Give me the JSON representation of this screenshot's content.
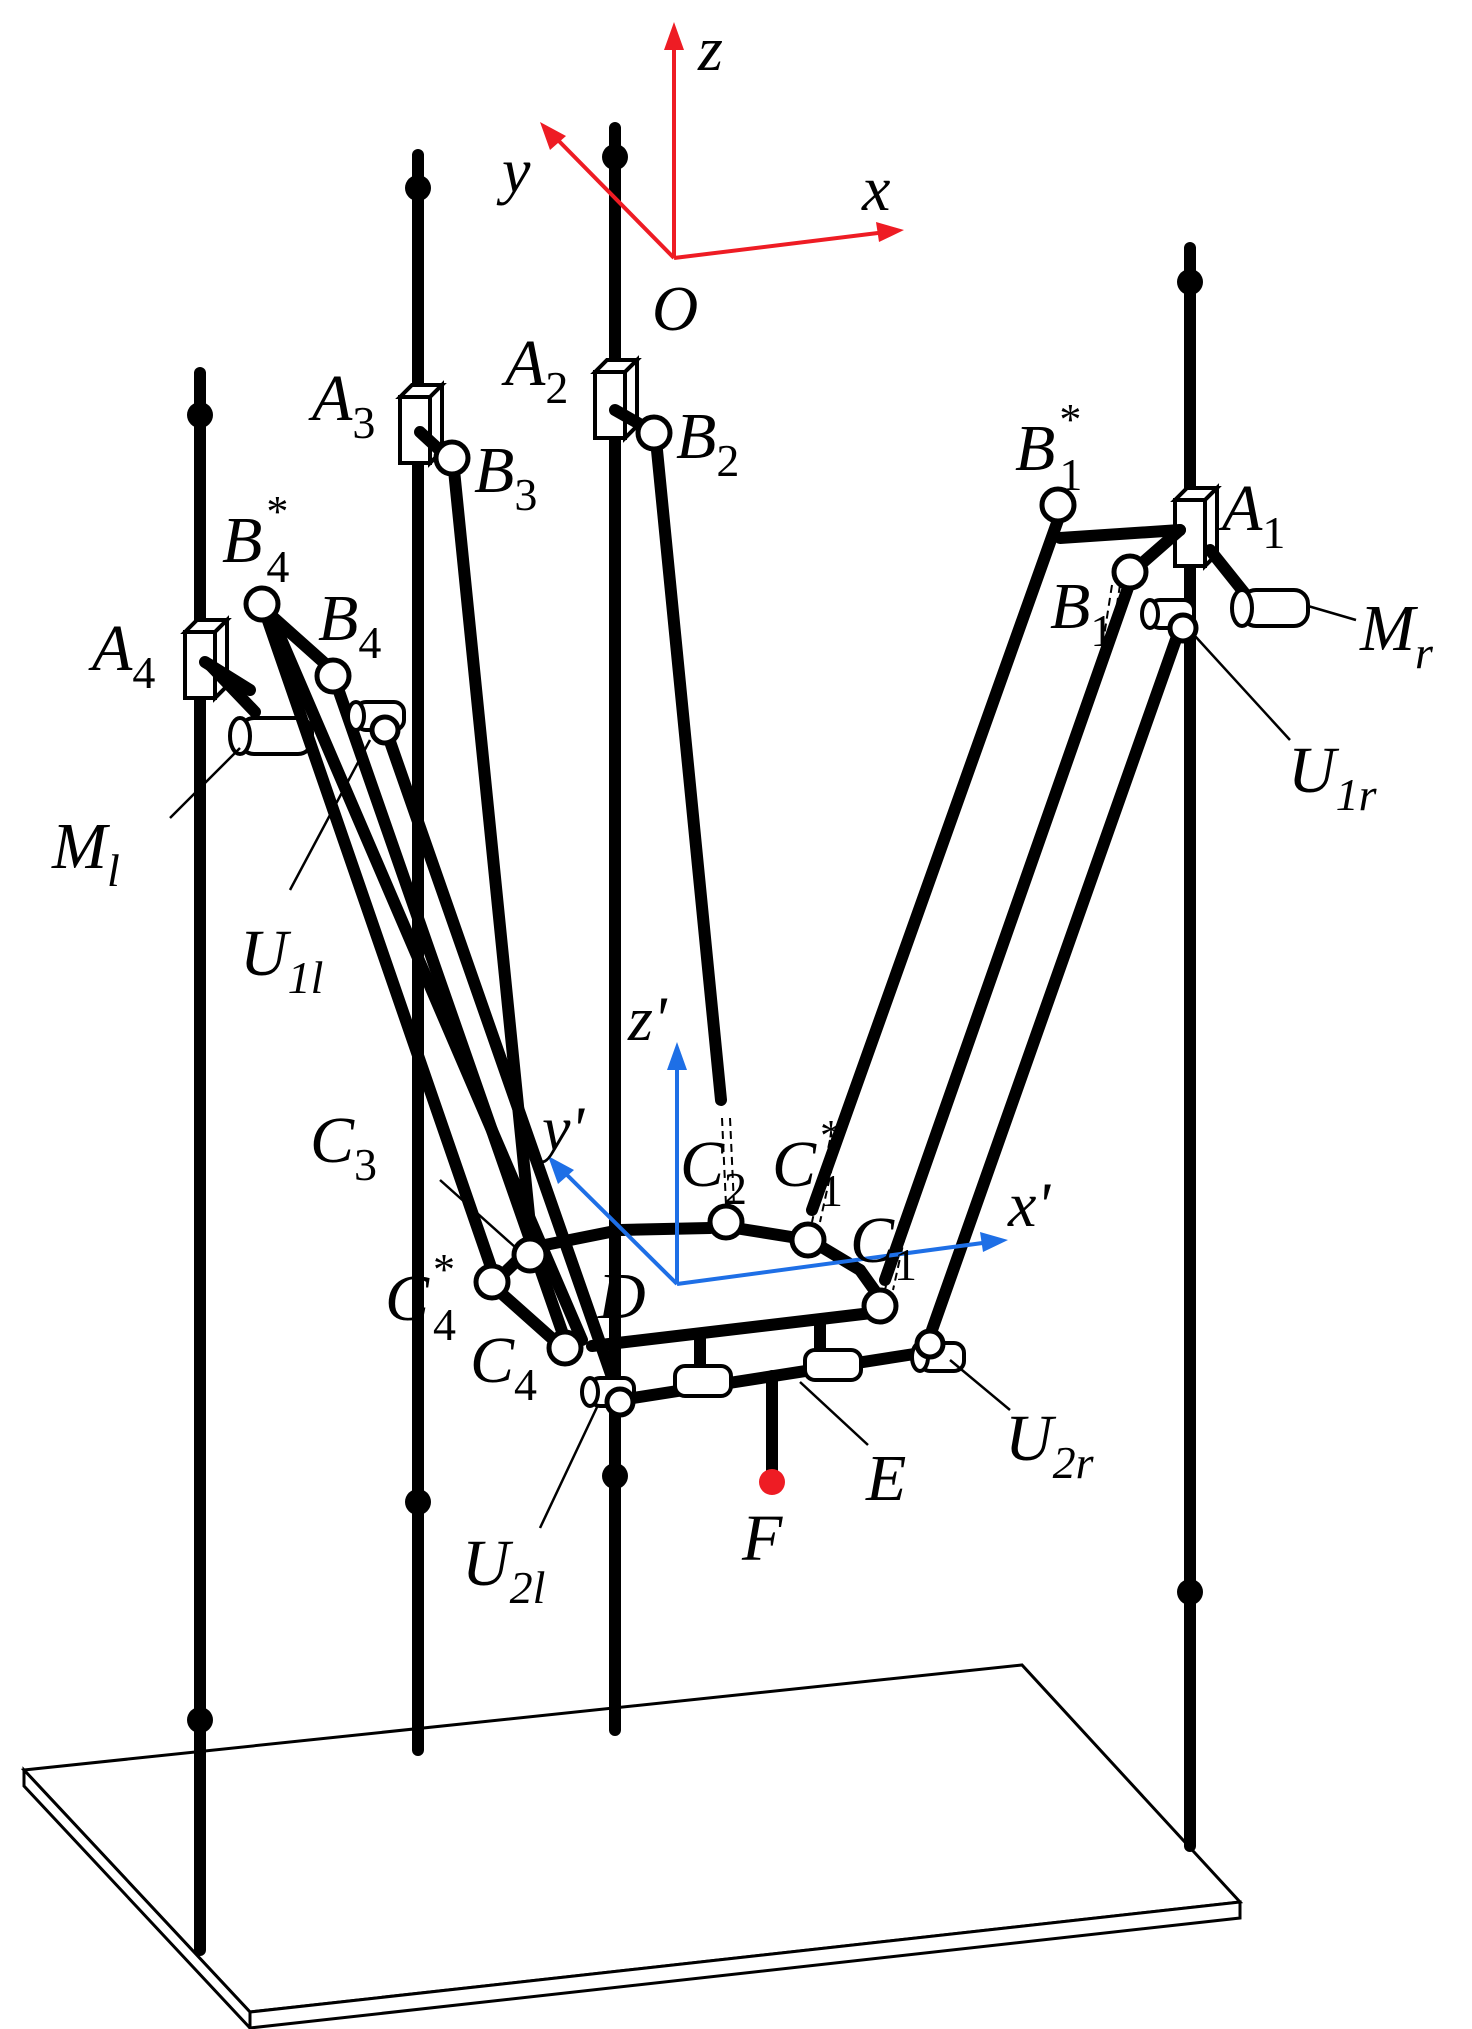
{
  "colors": {
    "base_axes": "#ee1c24",
    "platform_axes": "#1e6fe6",
    "end_point": "#ee1c24",
    "structure": "#000000"
  },
  "base_axes": {
    "x": "x",
    "y": "y",
    "z": "z",
    "origin": "O"
  },
  "platform_axes": {
    "x": "x'",
    "y": "y'",
    "z": "z'"
  },
  "labels": {
    "A1": {
      "main": "A",
      "sub": "1"
    },
    "A2": {
      "main": "A",
      "sub": "2"
    },
    "A3": {
      "main": "A",
      "sub": "3"
    },
    "A4": {
      "main": "A",
      "sub": "4"
    },
    "B1": {
      "main": "B",
      "sub": "1"
    },
    "B2": {
      "main": "B",
      "sub": "2"
    },
    "B3": {
      "main": "B",
      "sub": "3"
    },
    "B4": {
      "main": "B",
      "sub": "4"
    },
    "B1s": {
      "main": "B",
      "sub": "1",
      "sup": "*"
    },
    "B4s": {
      "main": "B",
      "sub": "4",
      "sup": "*"
    },
    "C1": {
      "main": "C",
      "sub": "1"
    },
    "C2": {
      "main": "C",
      "sub": "2"
    },
    "C3": {
      "main": "C",
      "sub": "3"
    },
    "C4": {
      "main": "C",
      "sub": "4"
    },
    "C1s": {
      "main": "C",
      "sub": "1",
      "sup": "*"
    },
    "C4s": {
      "main": "C",
      "sub": "4",
      "sup": "*"
    },
    "Mr": {
      "main": "M",
      "sub": "r"
    },
    "Ml": {
      "main": "M",
      "sub": "l"
    },
    "U1r": {
      "main": "U",
      "sub": "1r"
    },
    "U1l": {
      "main": "U",
      "sub": "1l"
    },
    "U2r": {
      "main": "U",
      "sub": "2r"
    },
    "U2l": {
      "main": "U",
      "sub": "2l"
    },
    "D": {
      "main": "D"
    },
    "E": {
      "main": "E"
    },
    "F": {
      "main": "F"
    }
  }
}
